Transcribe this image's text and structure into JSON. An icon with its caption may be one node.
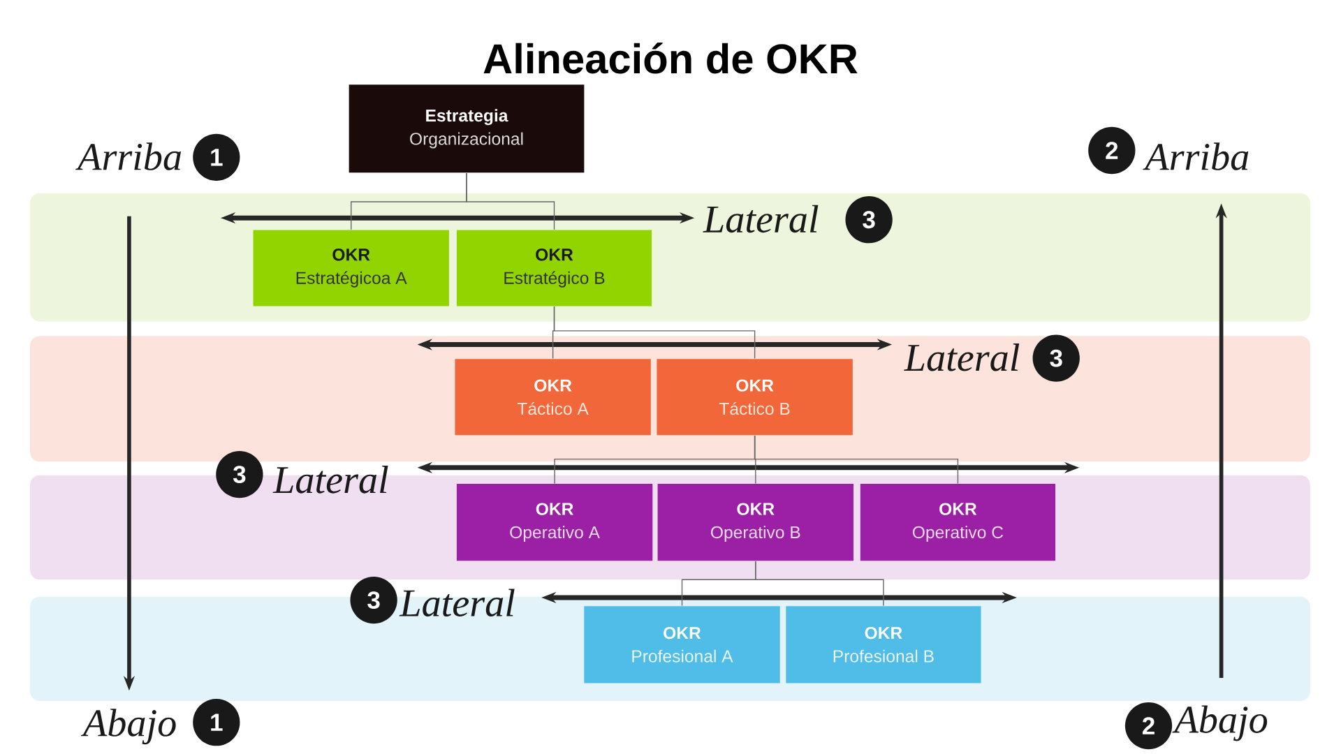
{
  "diagram": {
    "title": "Alineación de OKR",
    "nodes": [
      {
        "text": [
          "Estrategia",
          "Organizacional"
        ]
      },
      {
        "text": [
          "OKR",
          "Estratégicoa A"
        ]
      },
      {
        "text": [
          "OKR",
          "Estratégico B"
        ]
      },
      {
        "text": [
          "OKR",
          "Táctico A"
        ]
      },
      {
        "text": [
          "OKR",
          "Táctico B"
        ]
      },
      {
        "text": [
          "OKR",
          "Operativo A"
        ]
      },
      {
        "text": [
          "OKR",
          "Operativo B"
        ]
      },
      {
        "text": [
          "OKR",
          "Operativo C"
        ]
      },
      {
        "text": [
          "OKR",
          "Profesional A"
        ]
      },
      {
        "text": [
          "OKR",
          "Profesional B"
        ]
      }
    ],
    "edges": [
      {
        "from": 0,
        "to": 1,
        "arrow": "none"
      },
      {
        "from": 0,
        "to": 2,
        "arrow": "none"
      },
      {
        "from": 2,
        "to": 3,
        "arrow": "none"
      },
      {
        "from": 2,
        "to": 4,
        "arrow": "none"
      },
      {
        "from": 4,
        "to": 5,
        "arrow": "none"
      },
      {
        "from": 4,
        "to": 6,
        "arrow": "none"
      },
      {
        "from": 4,
        "to": 7,
        "arrow": "none"
      },
      {
        "from": 6,
        "to": 8,
        "arrow": "none"
      },
      {
        "from": 6,
        "to": 9,
        "arrow": "none"
      }
    ],
    "labels": [
      "Arriba",
      "1",
      "2",
      "Arriba",
      "Lateral",
      "3",
      "Lateral",
      "3",
      "3",
      "Lateral",
      "3",
      "Lateral",
      "Abajo",
      "1",
      "2",
      "Abajo"
    ]
  }
}
